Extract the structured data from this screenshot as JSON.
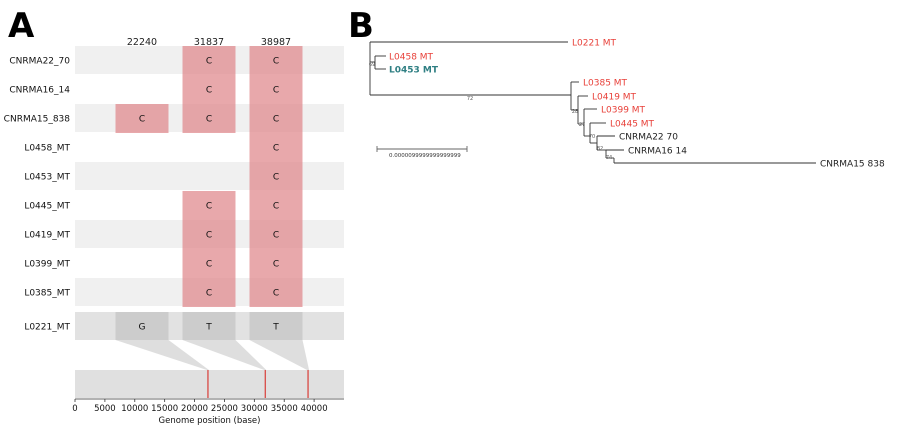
{
  "panel_a": {
    "letter": "A",
    "positions": [
      "22240",
      "31837",
      "38987"
    ],
    "rows": [
      {
        "label": "CNRMA22_70",
        "cells": [
          "",
          "C",
          "C"
        ]
      },
      {
        "label": "CNRMA16_14",
        "cells": [
          "",
          "C",
          "C"
        ]
      },
      {
        "label": "CNRMA15_838",
        "cells": [
          "C",
          "C",
          "C"
        ]
      },
      {
        "label": "L0458_MT",
        "cells": [
          "",
          "",
          "C"
        ]
      },
      {
        "label": "L0453_MT",
        "cells": [
          "",
          "",
          "C"
        ]
      },
      {
        "label": "L0445_MT",
        "cells": [
          "",
          "C",
          "C"
        ]
      },
      {
        "label": "L0419_MT",
        "cells": [
          "",
          "C",
          "C"
        ]
      },
      {
        "label": "L0399_MT",
        "cells": [
          "",
          "C",
          "C"
        ]
      },
      {
        "label": "L0385_MT",
        "cells": [
          "",
          "C",
          "C"
        ]
      }
    ],
    "reference": {
      "label": "L0221_MT",
      "cells": [
        "G",
        "T",
        "T"
      ]
    },
    "genome": {
      "xmin": 0,
      "xmax": 45000,
      "ticks": [
        0,
        5000,
        10000,
        15000,
        20000,
        25000,
        30000,
        35000,
        40000
      ],
      "tick_labels": [
        "0",
        "5000",
        "10000",
        "15000",
        "20000",
        "25000",
        "30000",
        "35000",
        "40000"
      ],
      "xlabel": "Genome position (base)",
      "snp_positions": [
        22240,
        31837,
        38987
      ]
    },
    "colors": {
      "snp": "#e08b8f",
      "ref": "#cccccc",
      "stripe": "#f0f0f0",
      "track": "#e0e0e0",
      "marker": "#d9534f"
    }
  },
  "panel_b": {
    "letter": "B",
    "tips": [
      {
        "label": "L0221 MT",
        "color": "#e8413a",
        "weight": "normal"
      },
      {
        "label": "L0458 MT",
        "color": "#e8413a",
        "weight": "normal"
      },
      {
        "label": "L0453 MT",
        "color": "#2f7f83",
        "weight": "bold"
      },
      {
        "label": "L0385 MT",
        "color": "#e8413a",
        "weight": "normal"
      },
      {
        "label": "L0419 MT",
        "color": "#e8413a",
        "weight": "normal"
      },
      {
        "label": "L0399 MT",
        "color": "#e8413a",
        "weight": "normal"
      },
      {
        "label": "L0445 MT",
        "color": "#e8413a",
        "weight": "normal"
      },
      {
        "label": "CNRMA22 70",
        "color": "#222222",
        "weight": "normal"
      },
      {
        "label": "CNRMA16 14",
        "color": "#222222",
        "weight": "normal"
      },
      {
        "label": "CNRMA15 838",
        "color": "#222222",
        "weight": "normal"
      }
    ],
    "support": [
      "69",
      "72",
      "28",
      "27",
      "70",
      "82",
      "74"
    ],
    "scale_label": "0.0000099999999999999"
  }
}
